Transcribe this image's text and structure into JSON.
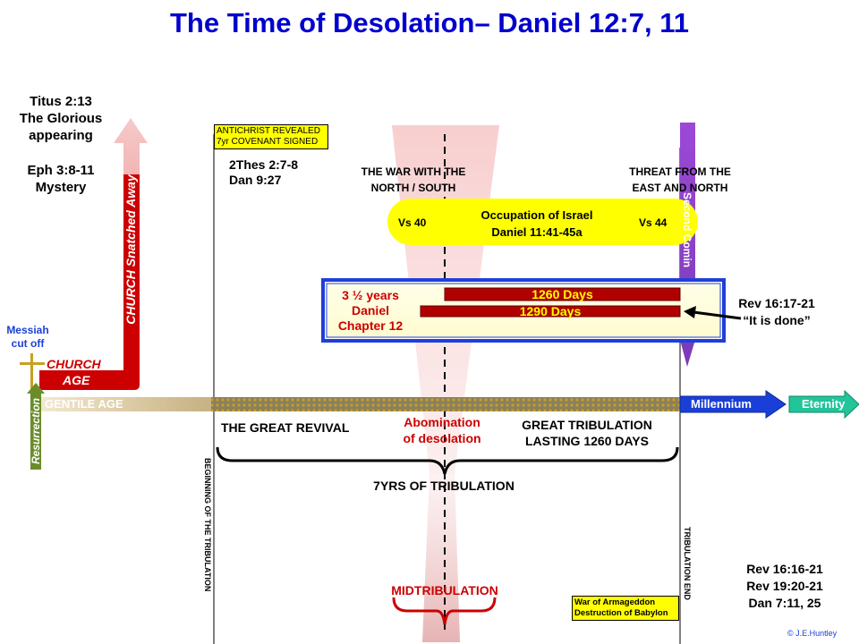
{
  "title": "The Time of Desolation– Daniel 12:7, 11",
  "left_refs": {
    "titus_line1": "Titus 2:13",
    "titus_line2": "The Glorious",
    "titus_line3": "appearing",
    "eph_line1": "Eph 3:8-11",
    "eph_line2": "Mystery"
  },
  "church_snatched_label": "CHURCH Snatched Away",
  "messiah_line1": "Messiah",
  "messiah_line2": "cut off",
  "church_line1": "CHURCH",
  "church_line2": "AGE",
  "resurrection_label": "Resurrection",
  "gentile_age_label": "GENTILE AGE",
  "antichrist_box": {
    "line1": "ANTICHRIST  REVEALED",
    "line2": "7yr COVENANT  SIGNED"
  },
  "thes_line1": "2Thes 2:7-8",
  "thes_line2": "Dan 9:27",
  "war_north_south_line1": "THE WAR WITH THE",
  "war_north_south_line2": "NORTH / SOUTH",
  "threat_line1": "THREAT FROM THE",
  "threat_line2": "EAST AND NORTH",
  "second_coming_label": "Second Comin",
  "occupation": {
    "vs_left": "Vs 40",
    "line1": "Occupation of Israel",
    "line2": "Daniel 11:41-45a",
    "vs_right": "Vs 44"
  },
  "daniel_box": {
    "line1": "3 ½ years",
    "line2": "Daniel",
    "line3": "Chapter 12",
    "bar1": "1260 Days",
    "bar2": "1290 Days"
  },
  "rev_done_line1": "Rev 16:17-21",
  "rev_done_line2": "“It is done”",
  "millennium_label": "Millennium",
  "eternity_label": "Eternity",
  "great_revival": "THE GREAT REVIVAL",
  "abomination_line1": "Abomination",
  "abomination_line2": "of desolation",
  "great_trib_line1": "GREAT TRIBULATION",
  "great_trib_line2": "LASTING 1260 DAYS",
  "seven_yrs": "7YRS OF TRIBULATION",
  "beginning_label": "BEGINNING  OF THE TRIBULATION",
  "trib_end_label": "TRIBULATION END",
  "midtribulation": "MIDTRIBULATION",
  "armageddon_line1": "War of Armageddon",
  "armageddon_line2": "Destruction of Babylon",
  "bottom_refs": {
    "line1": "Rev 16:16-21",
    "line2": "Rev 19:20-21",
    "line3": "Dan 7:11, 25"
  },
  "copyright": "©  J.E.Huntley",
  "colors": {
    "title_blue": "#0000cc",
    "red": "#cc0000",
    "yellow_box": "#ffff00",
    "blue_frame": "#1f3fd8",
    "millennium_blue": "#1a3fd8",
    "eternity_teal": "#22c49a",
    "purple": "#8a3fc8",
    "olive": "#6b8c2a",
    "gold": "#b8860b"
  }
}
